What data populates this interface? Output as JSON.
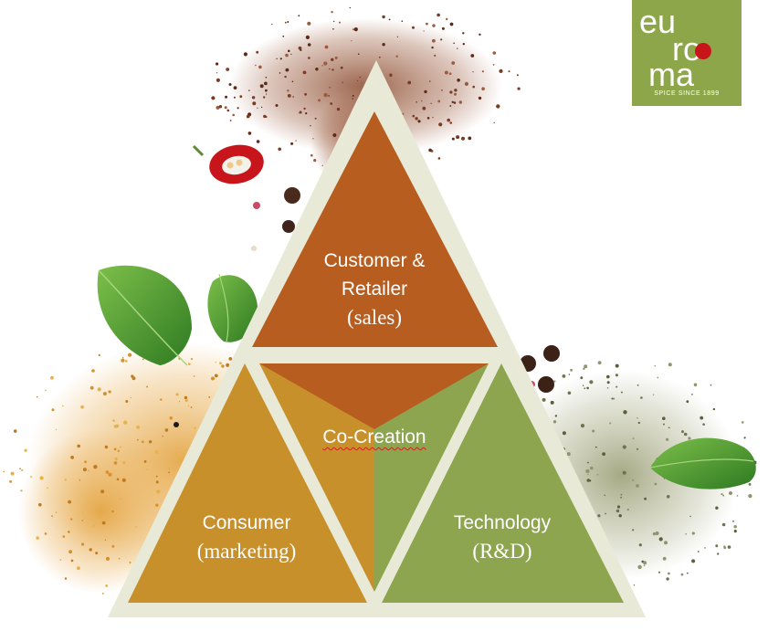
{
  "logo": {
    "brand_line1": "eu",
    "brand_line2": "ro",
    "brand_line3": "ma",
    "tagline": "SPICE SINCE 1899",
    "color": "#8ea64a"
  },
  "diagram": {
    "top": {
      "line1": "Customer &",
      "line2": "Retailer",
      "line3": "(sales)",
      "color": "#b75d1f"
    },
    "center": {
      "label": "Co-Creation"
    },
    "left": {
      "line1": "Consumer",
      "line2": "(marketing)",
      "color": "#c8902a"
    },
    "right": {
      "line1": "Technology",
      "line2": "(R&D)",
      "color": "#8ea54f"
    },
    "frame_color": "#e8ead7"
  },
  "decorations": [
    "red-chili",
    "basil-leaf",
    "peppercorn",
    "ground-spice-powder",
    "dried-herb-powder"
  ]
}
